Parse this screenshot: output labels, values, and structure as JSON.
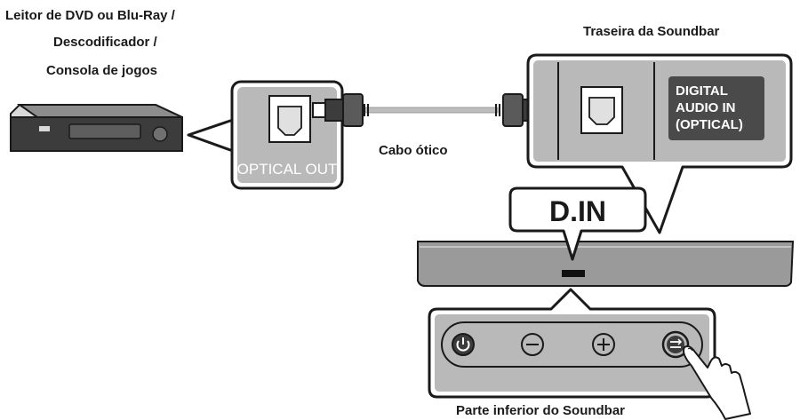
{
  "source_device": {
    "label_lines": [
      "Leitor de DVD ou Blu-Ray /",
      "Descodificador /",
      "Consola de jogos"
    ],
    "port_label": "OPTICAL OUT"
  },
  "cable": {
    "label": "Cabo ótico"
  },
  "soundbar_rear": {
    "title": "Traseira da Soundbar",
    "port_label_lines": [
      "DIGITAL",
      "AUDIO IN",
      "(OPTICAL)"
    ]
  },
  "display": {
    "text": "D.IN"
  },
  "soundbar_bottom": {
    "title": "Parte inferior do Soundbar",
    "buttons": [
      "power",
      "volume-down",
      "volume-up",
      "source"
    ]
  },
  "colors": {
    "panel_gray": "#b9b9b9",
    "panel_dark": "#4a4a4a",
    "cable_gray": "#bdbdbd",
    "outline": "#1a1a1a"
  }
}
